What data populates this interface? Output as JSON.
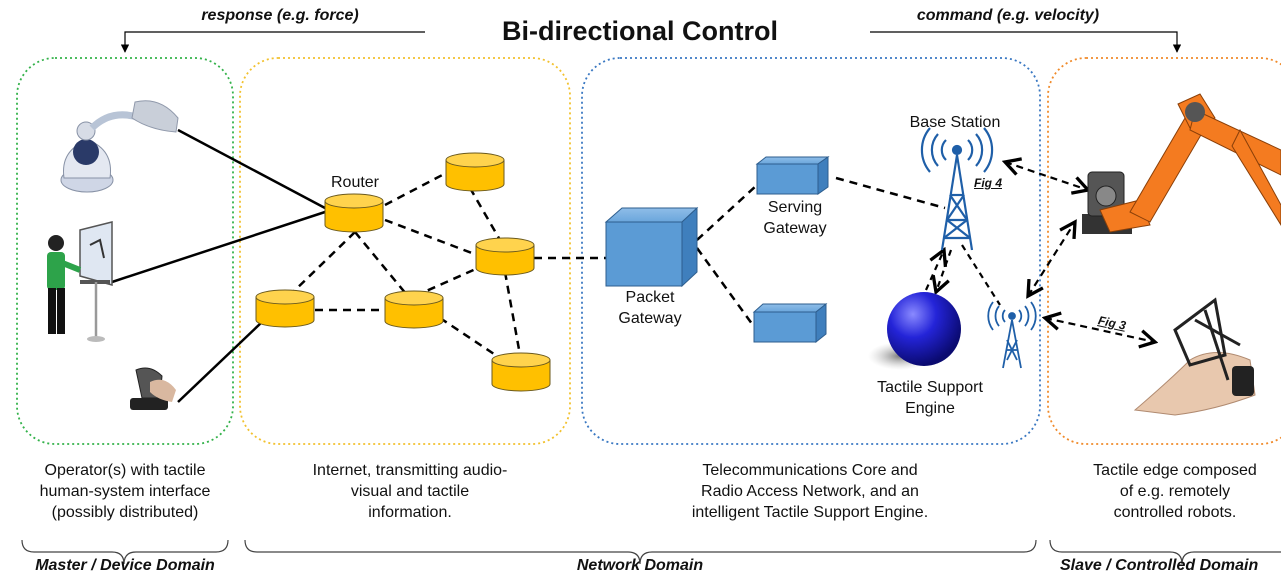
{
  "title": "Bi-directional Control",
  "arrows": {
    "response": "response (e.g. force)",
    "command": "command (e.g. velocity)"
  },
  "nodes": {
    "router": "Router",
    "packet_gateway": [
      "Packet",
      "Gateway"
    ],
    "serving_gateway": [
      "Serving",
      "Gateway"
    ],
    "base_station": "Base Station",
    "tactile_engine": [
      "Tactile Support",
      "Engine"
    ]
  },
  "fig_refs": {
    "fig4": "Fig 4",
    "fig3": "Fig 3"
  },
  "descriptions": {
    "master": [
      "Operator(s) with tactile",
      "human-system interface",
      "(possibly distributed)"
    ],
    "internet": [
      "Internet, transmitting audio-",
      "visual and tactile",
      "information."
    ],
    "telecom": [
      "Telecommunications Core and",
      "Radio Access Network, and an",
      "intelligent Tactile Support Engine."
    ],
    "edge": [
      "Tactile edge composed",
      "of e.g. remotely",
      "controlled robots."
    ]
  },
  "domains": {
    "master": "Master / Device Domain",
    "network": "Network Domain",
    "slave": "Slave / Controlled Domain"
  },
  "colors": {
    "master_border": "#33b24a",
    "internet_border": "#f2c12e",
    "network_border": "#3a78c2",
    "slave_border": "#f08a2a",
    "router_fill": "#ffc000",
    "gateway_fill": "#5b9bd5",
    "sphere": "#2020c8",
    "robot": "#f47b20"
  }
}
